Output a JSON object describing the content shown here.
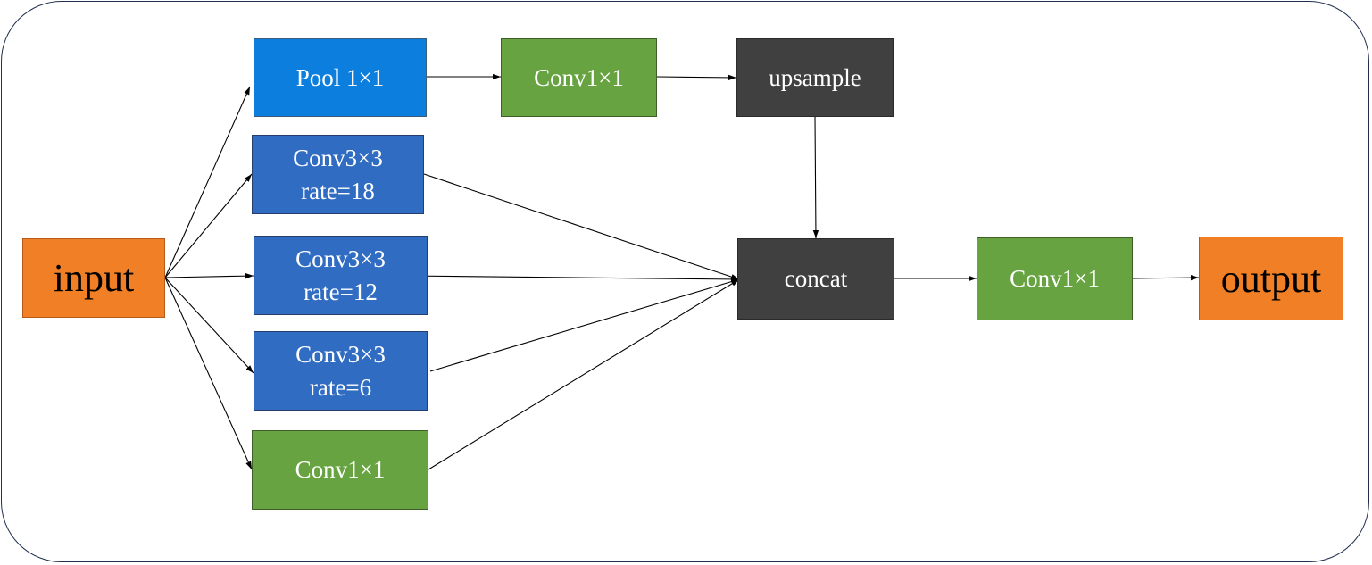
{
  "nodes": {
    "input": "input",
    "pool": "Pool 1×1",
    "conv_top": "Conv1×1",
    "upsample": "upsample",
    "conv_r18": {
      "line1": "Conv3×3",
      "line2": "rate=18"
    },
    "conv_r12": {
      "line1": "Conv3×3",
      "line2": "rate=12"
    },
    "conv_r6": {
      "line1": "Conv3×3",
      "line2": "rate=6"
    },
    "conv_bottom": "Conv1×1",
    "concat": "concat",
    "conv_out": "Conv1×1",
    "output": "output"
  },
  "edges": [
    [
      "input",
      "pool"
    ],
    [
      "input",
      "conv_r18"
    ],
    [
      "input",
      "conv_r12"
    ],
    [
      "input",
      "conv_r6"
    ],
    [
      "input",
      "conv_bottom"
    ],
    [
      "pool",
      "conv_top"
    ],
    [
      "conv_top",
      "upsample"
    ],
    [
      "upsample",
      "concat"
    ],
    [
      "conv_r18",
      "concat"
    ],
    [
      "conv_r12",
      "concat"
    ],
    [
      "conv_r6",
      "concat"
    ],
    [
      "conv_bottom",
      "concat"
    ],
    [
      "concat",
      "conv_out"
    ],
    [
      "conv_out",
      "output"
    ]
  ],
  "colors": {
    "io": "#f07f25",
    "pool": "#0c7fde",
    "atrous_conv": "#2f6cc2",
    "conv1x1": "#67a341",
    "dark_op": "#404040",
    "frame": "#1f2f4d"
  }
}
